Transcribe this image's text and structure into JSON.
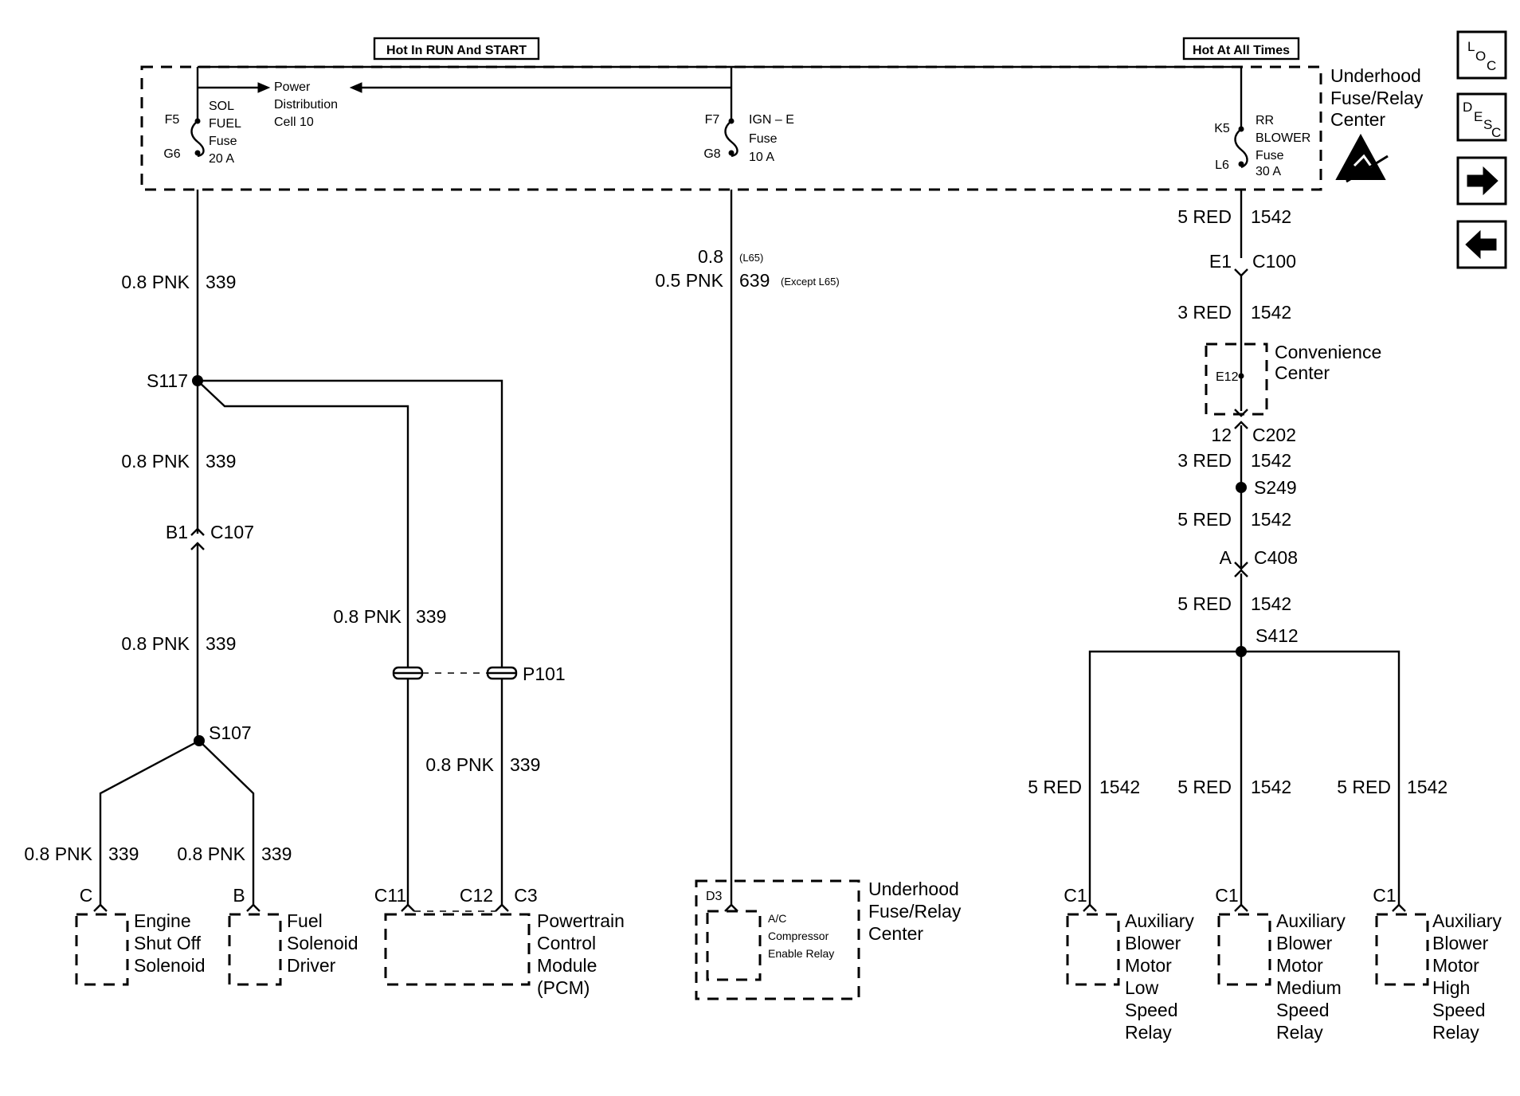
{
  "headers": {
    "hot_run_start": "Hot In RUN And START",
    "hot_all_times": "Hot At All Times"
  },
  "fuse_block": {
    "title": [
      "Underhood",
      "Fuse/Relay",
      "Center"
    ],
    "power_distribution": [
      "Power",
      "Distribution",
      "Cell 10"
    ],
    "fuse_sol": {
      "top_pin": "F5",
      "bottom_pin": "G6",
      "lines": [
        "SOL",
        "FUEL",
        "Fuse",
        "20 A"
      ]
    },
    "fuse_ign": {
      "top_pin": "F7",
      "bottom_pin": "G8",
      "lines": [
        "IGN – E",
        "Fuse",
        "10 A"
      ]
    },
    "fuse_rr": {
      "top_pin": "K5",
      "bottom_pin": "L6",
      "lines": [
        "RR",
        "BLOWER",
        "Fuse",
        "30 A"
      ]
    }
  },
  "nav": {
    "loc_icon": "LOC",
    "desc_icon": "DESC",
    "next_icon": "right-arrow",
    "prev_icon": "left-arrow"
  },
  "wires_left": {
    "w1": {
      "gauge": "0.8 PNK",
      "circuit": "339"
    },
    "splice_s117": "S117",
    "w2": {
      "gauge": "0.8 PNK",
      "circuit": "339"
    },
    "c107": {
      "pin": "B1",
      "name": "C107"
    },
    "w3": {
      "gauge": "0.8 PNK",
      "circuit": "339"
    },
    "splice_s107": "S107",
    "w4": {
      "gauge": "0.8 PNK",
      "circuit": "339"
    },
    "w5": {
      "gauge": "0.8 PNK",
      "circuit": "339"
    },
    "w6": {
      "gauge": "0.8 PNK",
      "circuit": "339"
    },
    "p101": "P101",
    "w7": {
      "gauge": "0.8 PNK",
      "circuit": "339"
    }
  },
  "components_left": {
    "engine_shutoff": {
      "pin": "C",
      "lines": [
        "Engine",
        "Shut Off",
        "Solenoid"
      ]
    },
    "fuel_driver": {
      "pin": "B",
      "lines": [
        "Fuel",
        "Solenoid",
        "Driver"
      ]
    },
    "pcm": {
      "pins": [
        "C11",
        "C12",
        "C3"
      ],
      "lines": [
        "Powertrain",
        "Control",
        "Module",
        "(PCM)"
      ]
    }
  },
  "wires_mid": {
    "gauge_l65": "0.8",
    "note_l65": "(L65)",
    "gauge_other": "0.5 PNK",
    "circuit": "639",
    "note_other": "(Except L65)"
  },
  "component_mid": {
    "pin": "D3",
    "relay_lines": [
      "A/C",
      "Compressor",
      "Enable Relay"
    ],
    "title": [
      "Underhood",
      "Fuse/Relay",
      "Center"
    ]
  },
  "wires_right": {
    "r1": {
      "gauge": "5 RED",
      "circuit": "1542"
    },
    "c100": {
      "pin": "E1",
      "name": "C100"
    },
    "r2": {
      "gauge": "3 RED",
      "circuit": "1542"
    },
    "convenience": {
      "pin": "E12",
      "lines": [
        "Convenience",
        "Center"
      ]
    },
    "c202": {
      "pin": "12",
      "name": "C202"
    },
    "r3": {
      "gauge": "3 RED",
      "circuit": "1542"
    },
    "splice_s249": "S249",
    "r4": {
      "gauge": "5 RED",
      "circuit": "1542"
    },
    "c408": {
      "pin": "A",
      "name": "C408"
    },
    "r5": {
      "gauge": "5 RED",
      "circuit": "1542"
    },
    "splice_s412": "S412",
    "b1": {
      "gauge": "5 RED",
      "circuit": "1542"
    },
    "b2": {
      "gauge": "5 RED",
      "circuit": "1542"
    },
    "b3": {
      "gauge": "5 RED",
      "circuit": "1542"
    }
  },
  "relays_right": [
    {
      "pin": "C1",
      "lines": [
        "Auxiliary",
        "Blower",
        "Motor",
        "Low",
        "Speed",
        "Relay"
      ]
    },
    {
      "pin": "C1",
      "lines": [
        "Auxiliary",
        "Blower",
        "Motor",
        "Medium",
        "Speed",
        "Relay"
      ]
    },
    {
      "pin": "C1",
      "lines": [
        "Auxiliary",
        "Blower",
        "Motor",
        "High",
        "Speed",
        "Relay"
      ]
    }
  ]
}
